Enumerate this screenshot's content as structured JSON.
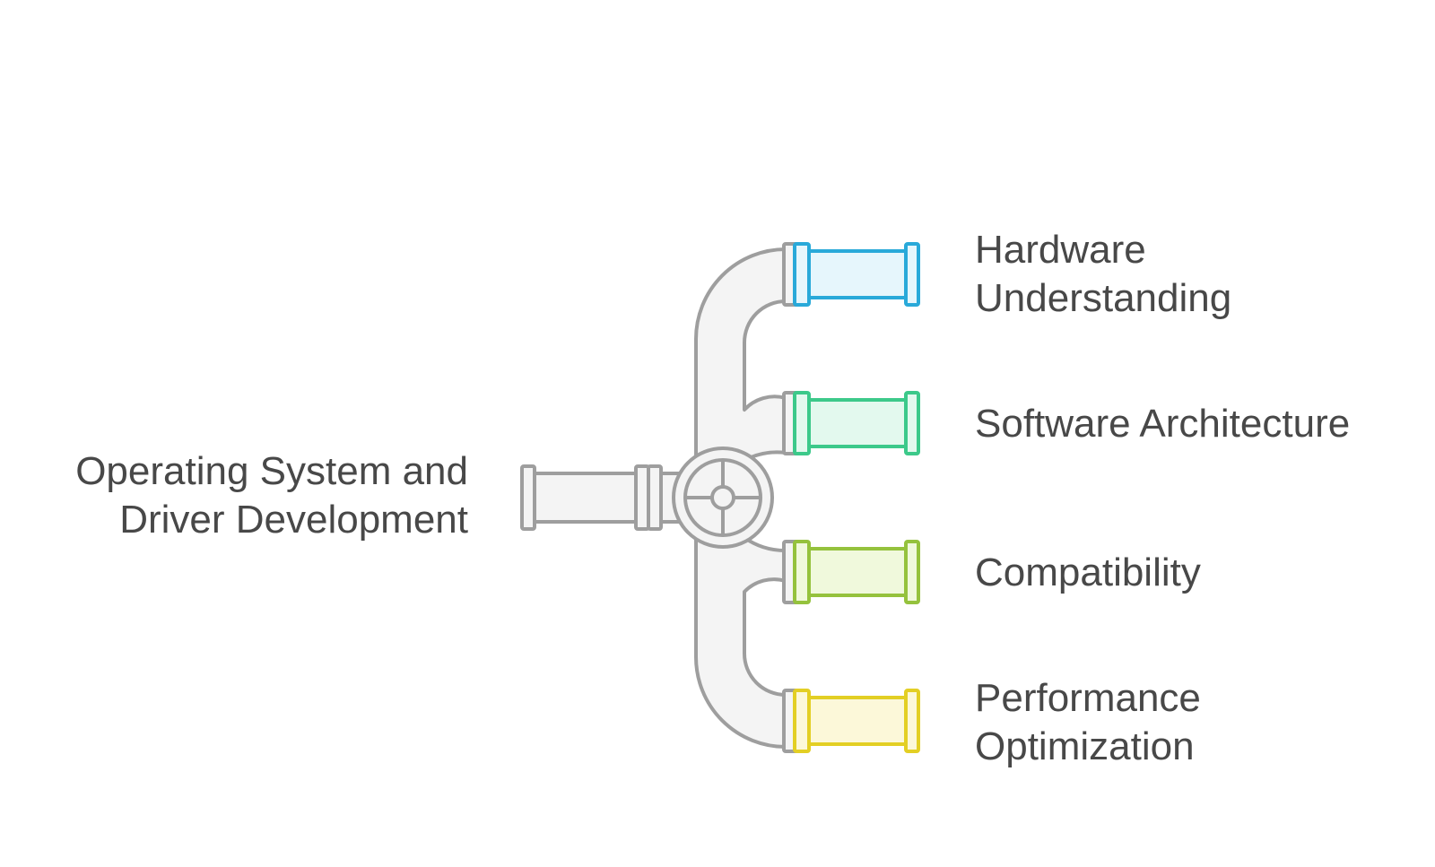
{
  "source": {
    "line1": "Operating System and",
    "line2": "Driver Development"
  },
  "branches": [
    {
      "line1": "Hardware",
      "line2": "Understanding",
      "color": "#29a9d9",
      "fill": "#e6f6fc"
    },
    {
      "line1": "Software Architecture",
      "line2": "",
      "color": "#3cc98a",
      "fill": "#e3f9ee"
    },
    {
      "line1": "Compatibility",
      "line2": "",
      "color": "#95c23d",
      "fill": "#f0f9dc"
    },
    {
      "line1": "Performance",
      "line2": "Optimization",
      "color": "#e3cf24",
      "fill": "#fcf8d9"
    }
  ],
  "pipe": {
    "stroke": "#9e9e9e",
    "fill": "#f4f4f4"
  }
}
